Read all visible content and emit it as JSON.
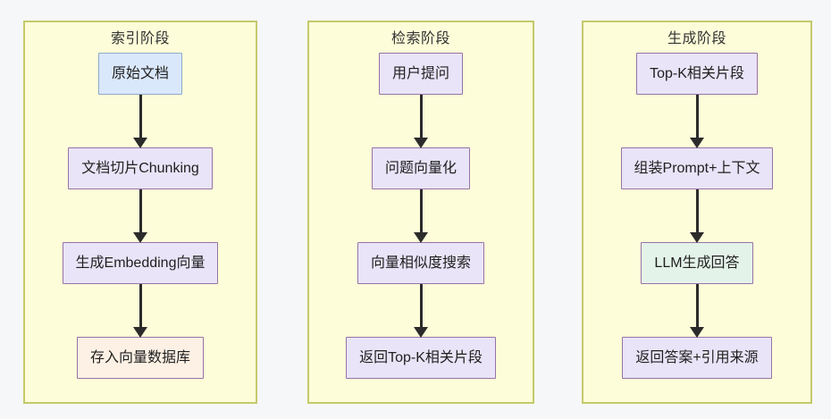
{
  "page": {
    "background_color": "#f6f7f9"
  },
  "theme": {
    "lane_fill": "#fdfdd9",
    "lane_border": "#c5c96c",
    "arrow_color": "#2b2b2b",
    "node_blue_fill": "#dae8fc",
    "node_blue_border": "#8ea9c9",
    "node_lavender_fill": "#e9e4f8",
    "node_lavender_border": "#9673a6",
    "node_peach_fill": "#fdf1e5",
    "node_mint_fill": "#e4f3ea"
  },
  "lanes": [
    {
      "id": "indexing",
      "title": "索引阶段",
      "nodes": [
        {
          "label": "原始文档",
          "fill": "blue"
        },
        {
          "label": "文档切片Chunking",
          "fill": "lavender"
        },
        {
          "label": "生成Embedding向量",
          "fill": "lavender"
        },
        {
          "label": "存入向量数据库",
          "fill": "peach"
        }
      ]
    },
    {
      "id": "retrieval",
      "title": "检索阶段",
      "nodes": [
        {
          "label": "用户提问",
          "fill": "lavender"
        },
        {
          "label": "问题向量化",
          "fill": "lavender"
        },
        {
          "label": "向量相似度搜索",
          "fill": "lavender"
        },
        {
          "label": "返回Top-K相关片段",
          "fill": "lavender"
        }
      ]
    },
    {
      "id": "generation",
      "title": "生成阶段",
      "nodes": [
        {
          "label": "Top-K相关片段",
          "fill": "lavender"
        },
        {
          "label": "组装Prompt+上下文",
          "fill": "lavender"
        },
        {
          "label": "LLM生成回答",
          "fill": "mint"
        },
        {
          "label": "返回答案+引用来源",
          "fill": "lavender"
        }
      ]
    }
  ]
}
